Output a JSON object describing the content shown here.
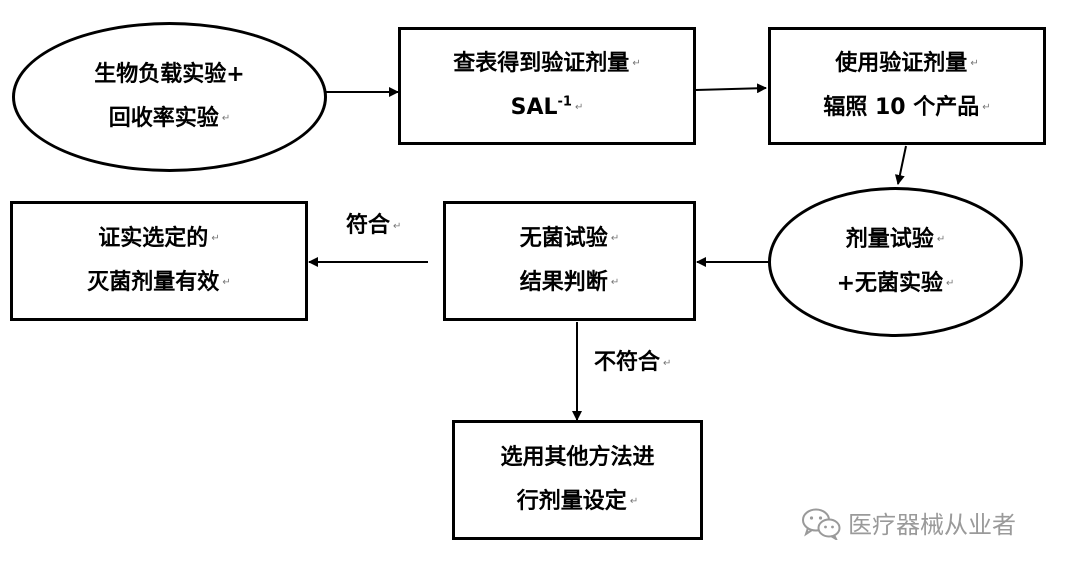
{
  "nodes": {
    "bioburden": {
      "line1": "生物负载实验+",
      "line2": "回收率实验"
    },
    "lookup_dose": {
      "line1": "查表得到验证剂量",
      "line2_prefix": "SAL",
      "line2_sup": "-1"
    },
    "irradiate": {
      "line1": "使用验证剂量",
      "line2": "辐照 10 个产品"
    },
    "dose_test": {
      "line1": "剂量试验",
      "line2": "+无菌实验"
    },
    "sterility_judge": {
      "line1": "无菌试验",
      "line2": "结果判断"
    },
    "confirm": {
      "line1": "证实选定的",
      "line2": "灭菌剂量有效"
    },
    "other_method": {
      "line1": "选用其他方法进",
      "line2": "行剂量设定"
    }
  },
  "edge_labels": {
    "pass": "符合",
    "fail": "不符合"
  },
  "return_mark": "↵",
  "watermark": "医疗器械从业者"
}
